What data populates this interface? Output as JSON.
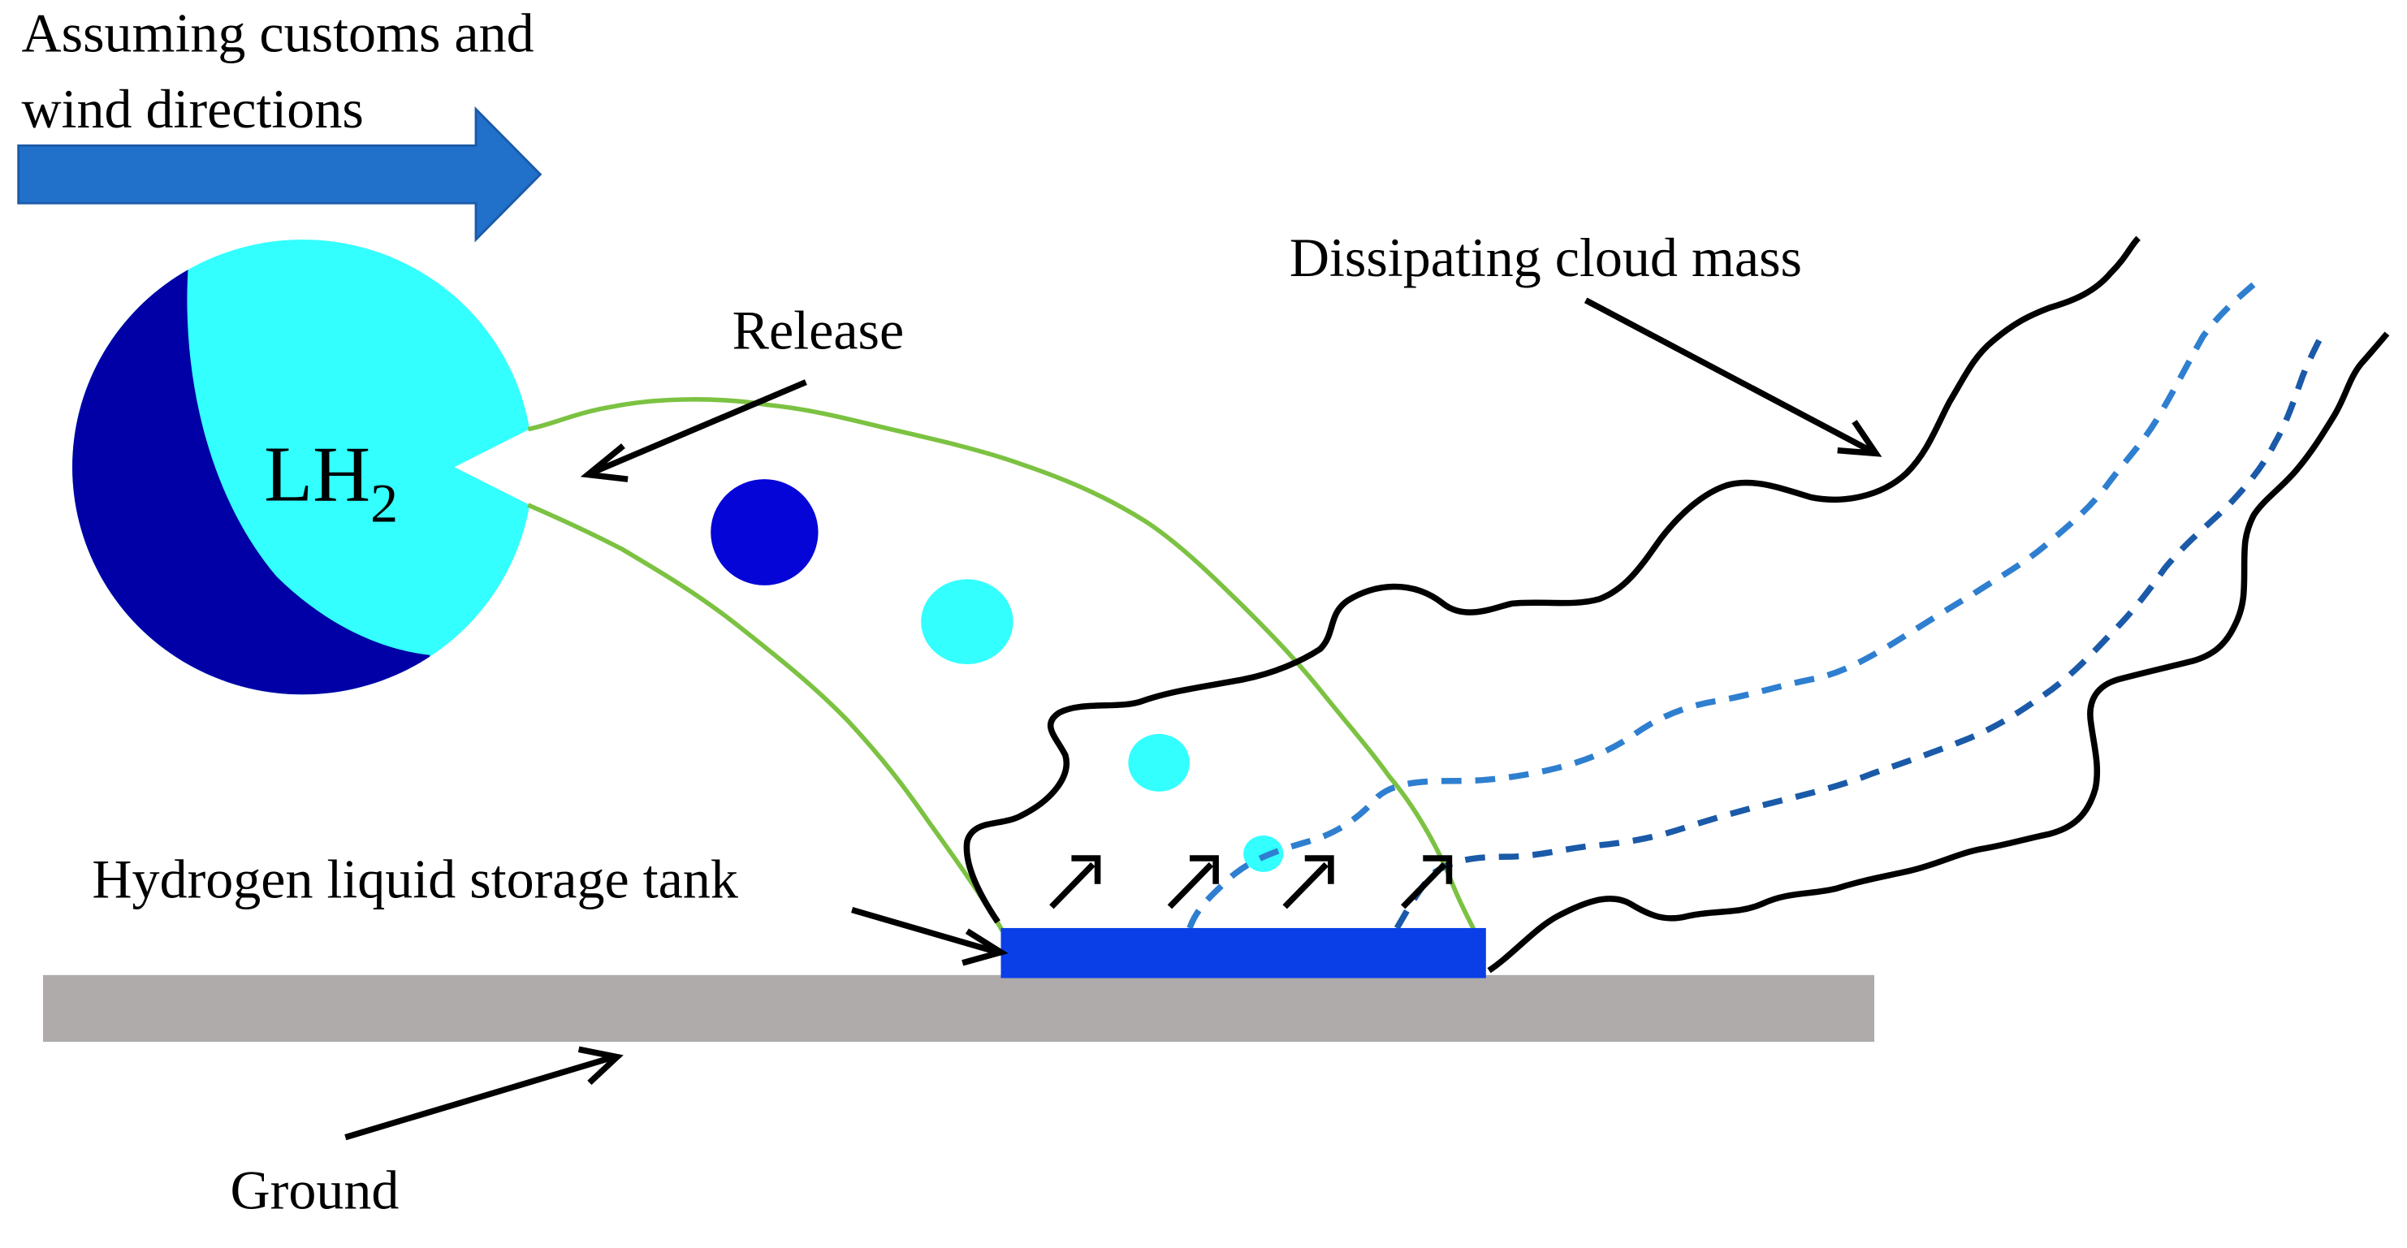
{
  "labels": {
    "wind_line1": "Assuming customs and",
    "wind_line2": "wind directions",
    "release": "Release",
    "cloud": "Dissipating cloud mass",
    "tank": "Hydrogen liquid storage tank",
    "ground": "Ground",
    "lh2_base": "LH",
    "lh2_sub": "2"
  },
  "colors": {
    "wind_arrow": "#2170c9",
    "lh2_light": "#33ffff",
    "lh2_dark": "#0000a6",
    "droplet_dark": "#0505d8",
    "droplet_light": "#33ffff",
    "plume_line": "#7cc242",
    "cloud_line": "#000000",
    "dashed_light": "#2f7fd0",
    "dashed_dark": "#1a5aa8",
    "tank": "#0a3fe8",
    "ground": "#afabab"
  }
}
